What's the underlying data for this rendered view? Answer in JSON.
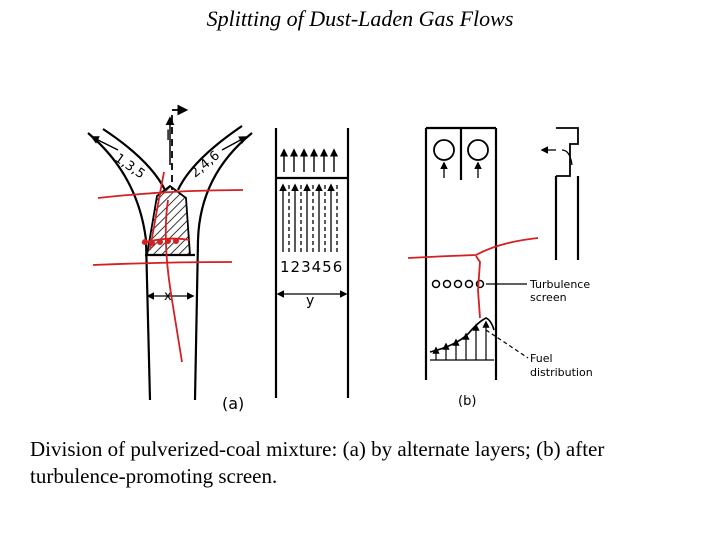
{
  "title": "Splitting of Dust-Laden Gas Flows",
  "caption": "Division of pulverized-coal mixture: (a) by alternate layers; (b) after turbulence-promoting screen.",
  "figure_a": {
    "panel_label": "(a)",
    "branch_left_label": "1,3,5",
    "branch_right_label": "2,4,6",
    "width_label": "x",
    "section_label": "I"
  },
  "figure_mid": {
    "channel_numbers": "123456",
    "width_label": "y"
  },
  "figure_b": {
    "panel_label": "(b)",
    "screen_label_1": "Turbulence",
    "screen_label_2": "screen",
    "fuel_label_1": "Fuel",
    "fuel_label_2": "distribution"
  },
  "colors": {
    "annotation": "#d42020",
    "ink": "#000000"
  }
}
